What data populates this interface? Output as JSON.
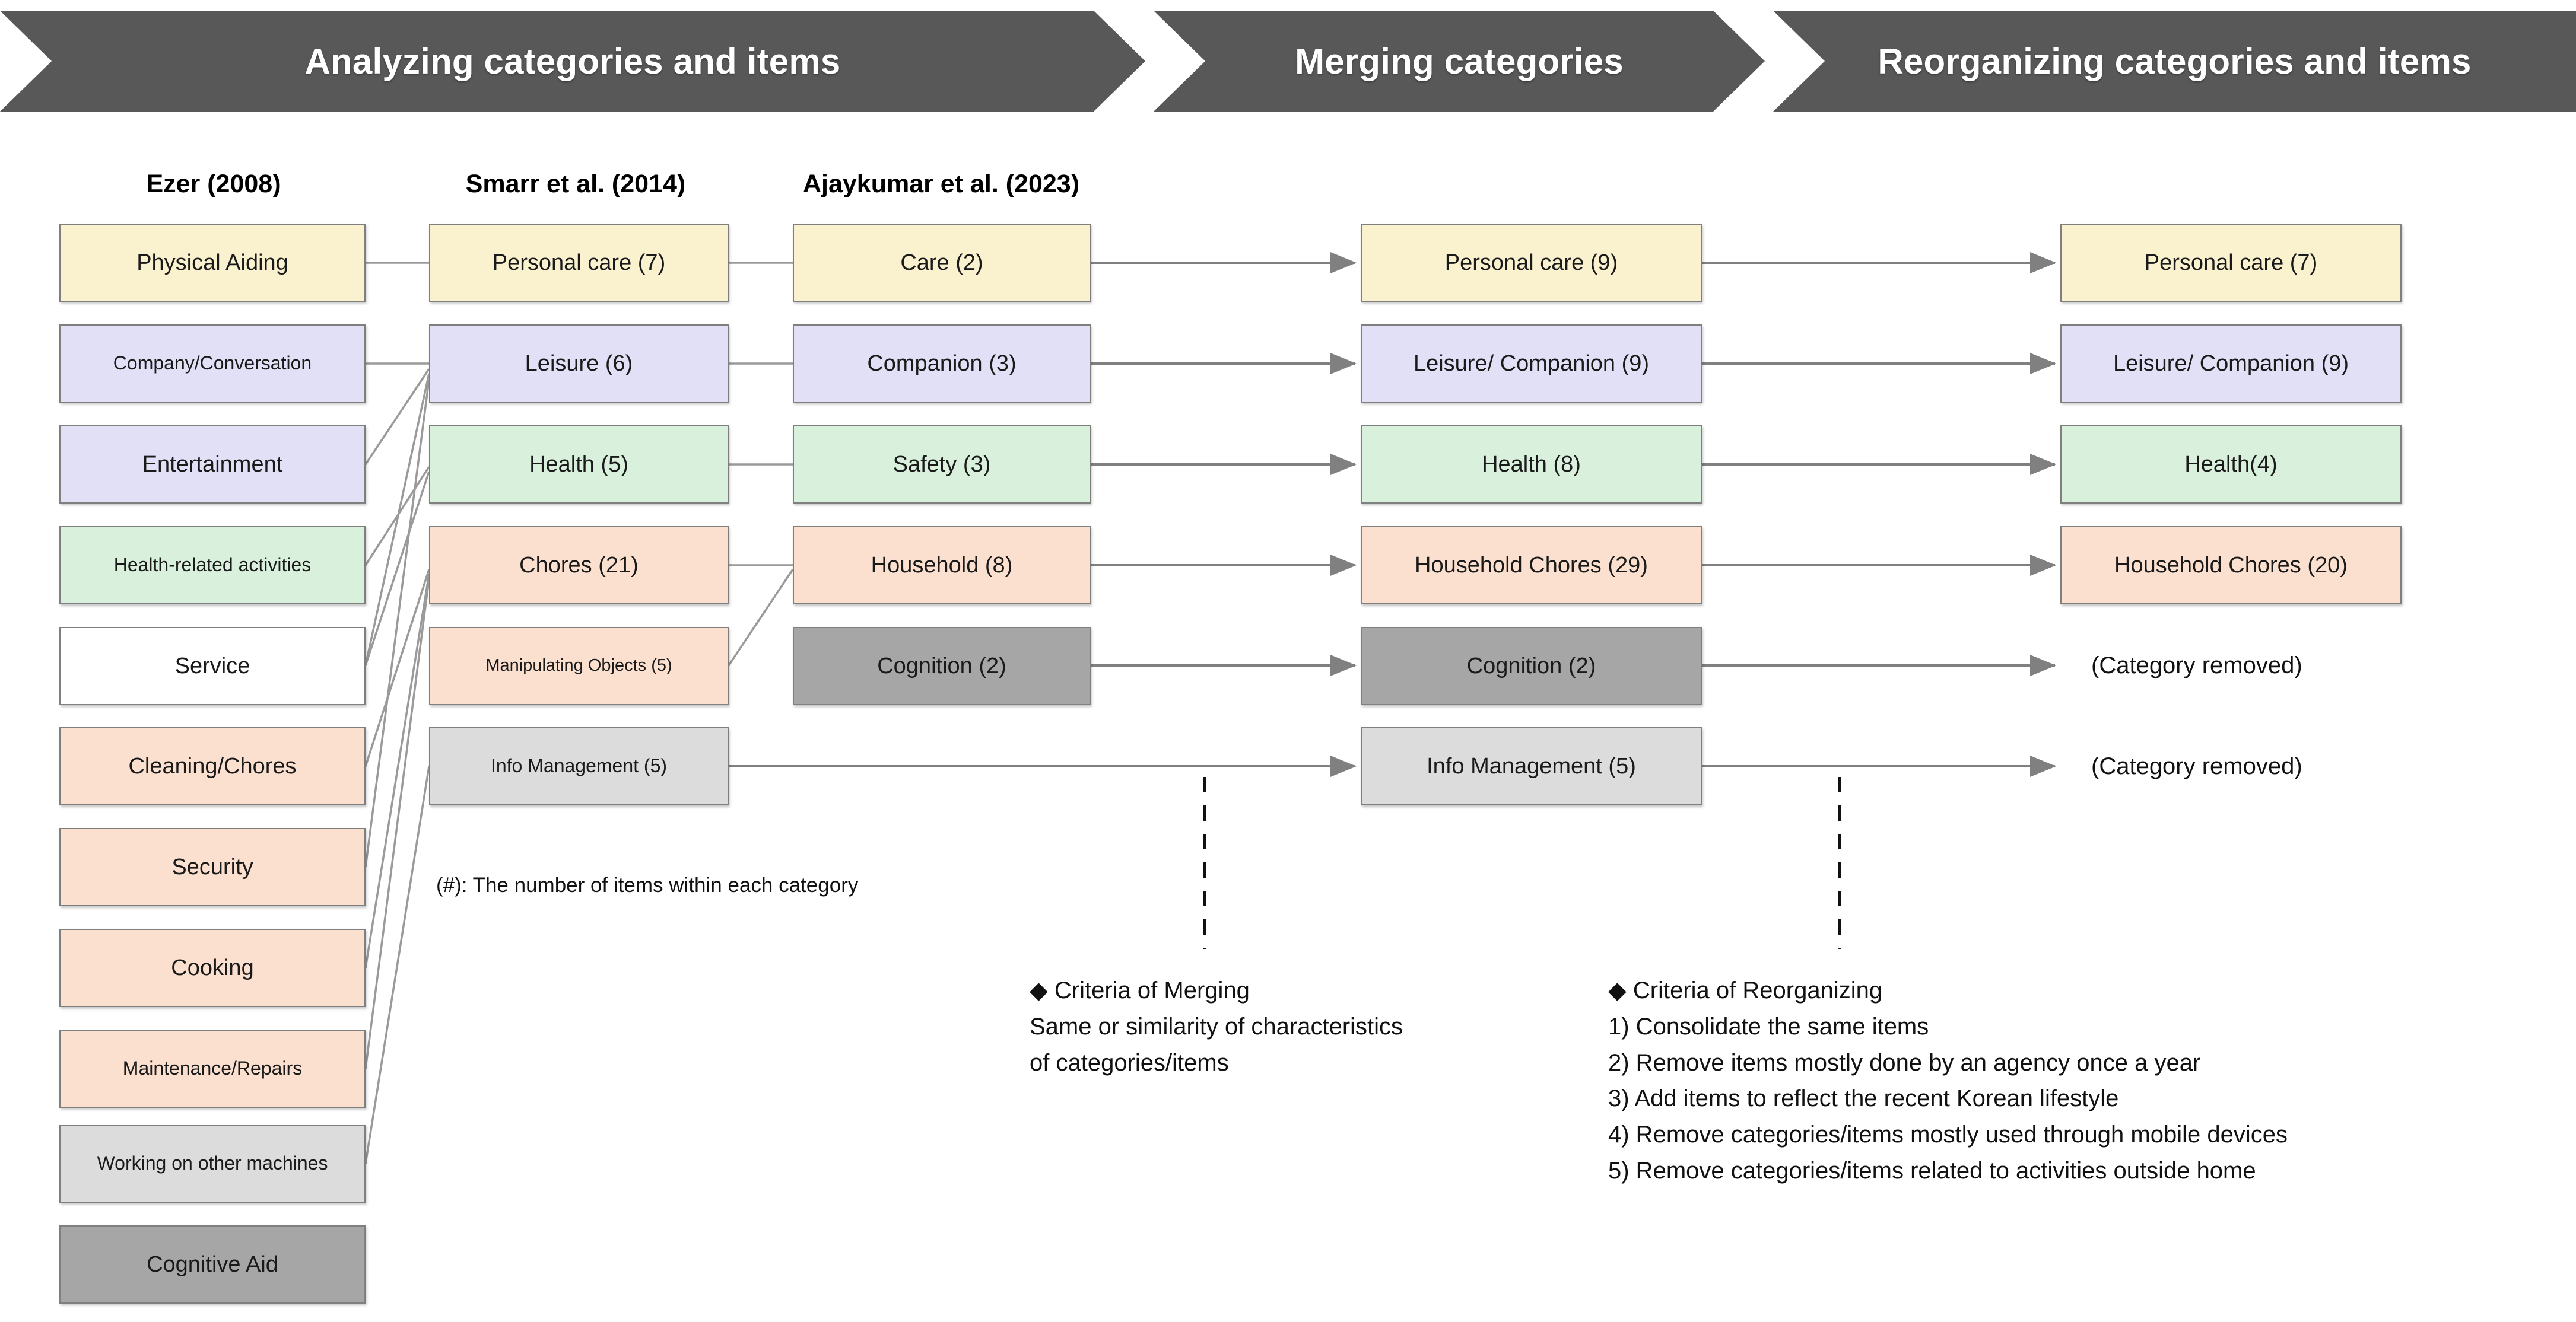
{
  "process_banner": {
    "steps": [
      {
        "label": "Analyzing categories and items"
      },
      {
        "label": "Merging categories"
      },
      {
        "label": "Reorganizing categories and items"
      }
    ],
    "bar_color": "#585858",
    "text_color": "#ffffff"
  },
  "colors": {
    "yellow": "#faf2cf",
    "lavender": "#e1e0f7",
    "mint": "#d8f0dc",
    "white": "#ffffff",
    "peach": "#fbe0d0",
    "light_gray": "#dcdcdc",
    "mid_gray": "#a6a6a6",
    "border": "#7f7f7f",
    "line": "#808080"
  },
  "columns": [
    {
      "id": "ezer",
      "header": "Ezer (2008)",
      "boxes": [
        {
          "label": "Physical Aiding",
          "fill": "#faf2cf",
          "size": "md"
        },
        {
          "label": "Company/Conversation",
          "fill": "#e1e0f7",
          "size": "sm"
        },
        {
          "label": "Entertainment",
          "fill": "#e1e0f7",
          "size": "md"
        },
        {
          "label": "Health-related activities",
          "fill": "#d8f0dc",
          "size": "sm"
        },
        {
          "label": "Service",
          "fill": "#ffffff",
          "size": "md"
        },
        {
          "label": "Cleaning/Chores",
          "fill": "#fbe0d0",
          "size": "md"
        },
        {
          "label": "Security",
          "fill": "#fbe0d0",
          "size": "md"
        },
        {
          "label": "Cooking",
          "fill": "#fbe0d0",
          "size": "md"
        },
        {
          "label": "Maintenance/Repairs",
          "fill": "#fbe0d0",
          "size": "sm"
        },
        {
          "label": "Working on other machines",
          "fill": "#dcdcdc",
          "size": "sm"
        },
        {
          "label": "Cognitive Aid",
          "fill": "#a6a6a6",
          "size": "md"
        }
      ]
    },
    {
      "id": "smarr",
      "header": "Smarr et al. (2014)",
      "boxes": [
        {
          "label": "Personal care (7)",
          "fill": "#faf2cf",
          "size": "md"
        },
        {
          "label": "Leisure (6)",
          "fill": "#e1e0f7",
          "size": "md"
        },
        {
          "label": "Health (5)",
          "fill": "#d8f0dc",
          "size": "md"
        },
        {
          "label": "Chores (21)",
          "fill": "#fbe0d0",
          "size": "md"
        },
        {
          "label": "Manipulating Objects (5)",
          "fill": "#fbe0d0",
          "size": "xs"
        },
        {
          "label": "Info Management (5)",
          "fill": "#dcdcdc",
          "size": "sm"
        }
      ]
    },
    {
      "id": "ajaykumar",
      "header": "Ajaykumar et al. (2023)",
      "boxes": [
        {
          "label": "Care (2)",
          "fill": "#faf2cf",
          "size": "md"
        },
        {
          "label": "Companion (3)",
          "fill": "#e1e0f7",
          "size": "md"
        },
        {
          "label": "Safety (3)",
          "fill": "#d8f0dc",
          "size": "md"
        },
        {
          "label": "Household (8)",
          "fill": "#fbe0d0",
          "size": "md"
        },
        {
          "label": "Cognition (2)",
          "fill": "#a6a6a6",
          "size": "md"
        }
      ]
    },
    {
      "id": "merged",
      "header": "",
      "boxes": [
        {
          "label": "Personal care (9)",
          "fill": "#faf2cf",
          "size": "md"
        },
        {
          "label": "Leisure/ Companion (9)",
          "fill": "#e1e0f7",
          "size": "md"
        },
        {
          "label": "Health (8)",
          "fill": "#d8f0dc",
          "size": "md"
        },
        {
          "label": "Household Chores (29)",
          "fill": "#fbe0d0",
          "size": "md"
        },
        {
          "label": "Cognition (2)",
          "fill": "#a6a6a6",
          "size": "md"
        },
        {
          "label": "Info Management (5)",
          "fill": "#dcdcdc",
          "size": "md"
        }
      ]
    },
    {
      "id": "reorganized",
      "header": "",
      "boxes": [
        {
          "label": "Personal care (7)",
          "fill": "#faf2cf",
          "size": "md"
        },
        {
          "label": "Leisure/ Companion (9)",
          "fill": "#e1e0f7",
          "size": "md"
        },
        {
          "label": "Health(4)",
          "fill": "#d8f0dc",
          "size": "md"
        },
        {
          "label": "Household Chores (20)",
          "fill": "#fbe0d0",
          "size": "md"
        }
      ],
      "removed_labels": [
        "(Category removed)",
        "(Category removed)"
      ]
    }
  ],
  "legend_note": "(#): The number of items within each category",
  "criteria_merging": {
    "bullet": "◆",
    "title": "Criteria of Merging",
    "lines": [
      "Same or similarity of characteristics",
      "of categories/items"
    ]
  },
  "criteria_reorganizing": {
    "bullet": "◆",
    "title": "Criteria of Reorganizing",
    "lines": [
      "1) Consolidate the same items",
      "2) Remove items mostly done by an agency once a year",
      "3) Add items to reflect the recent Korean lifestyle",
      "4) Remove categories/items mostly used through mobile devices",
      "5) Remove categories/items related to activities outside home"
    ]
  }
}
